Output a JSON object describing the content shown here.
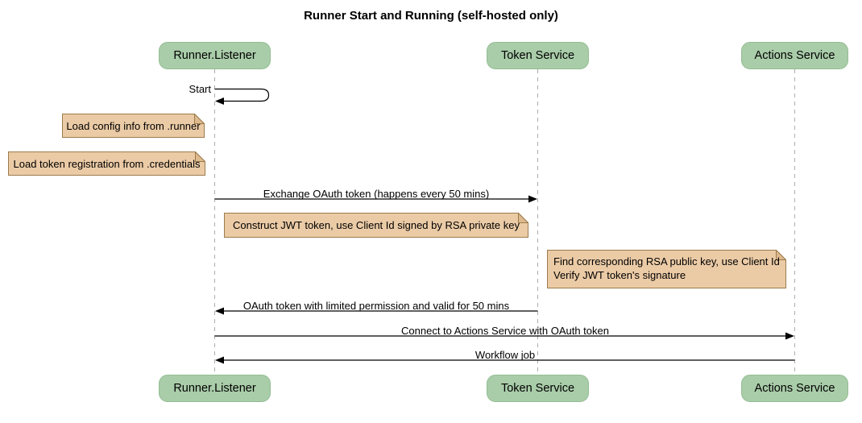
{
  "title": "Runner Start and Running (self-hosted only)",
  "participants": [
    {
      "name": "Runner.Listener"
    },
    {
      "name": "Token Service"
    },
    {
      "name": "Actions Service"
    }
  ],
  "messages": [
    {
      "label": "Start",
      "from": "Runner.Listener",
      "to": "Runner.Listener",
      "type": "self"
    },
    {
      "label": "Exchange OAuth token (happens every 50 mins)",
      "from": "Runner.Listener",
      "to": "Token Service",
      "type": "solid-arrow"
    },
    {
      "label": "OAuth token with limited permission and valid for 50 mins",
      "from": "Token Service",
      "to": "Runner.Listener",
      "type": "solid-arrow"
    },
    {
      "label": "Connect to Actions Service with OAuth token",
      "from": "Runner.Listener",
      "to": "Actions Service",
      "type": "solid-arrow"
    },
    {
      "label": "Workflow job",
      "from": "Actions Service",
      "to": "Runner.Listener",
      "type": "solid-arrow"
    }
  ],
  "notes": [
    {
      "over": "Runner.Listener",
      "lines": [
        "Load config info from .runner"
      ]
    },
    {
      "over": "Runner.Listener",
      "lines": [
        "Load token registration from .credentials"
      ]
    },
    {
      "over": "Token Service",
      "lines": [
        "Construct JWT token, use Client Id signed by RSA private key"
      ]
    },
    {
      "over": "Actions Service",
      "lines": [
        "Find corresponding RSA public key, use Client Id",
        "Verify JWT token's signature"
      ]
    }
  ],
  "colors": {
    "participant_fill": "#A9CCA9",
    "participant_border": "#94BE94",
    "note_fill": "#EBCBA6",
    "note_border": "#9C7B4C",
    "note_fold": "#DDB98E",
    "lifeline": "#ADADAD",
    "arrow": "#000000"
  }
}
